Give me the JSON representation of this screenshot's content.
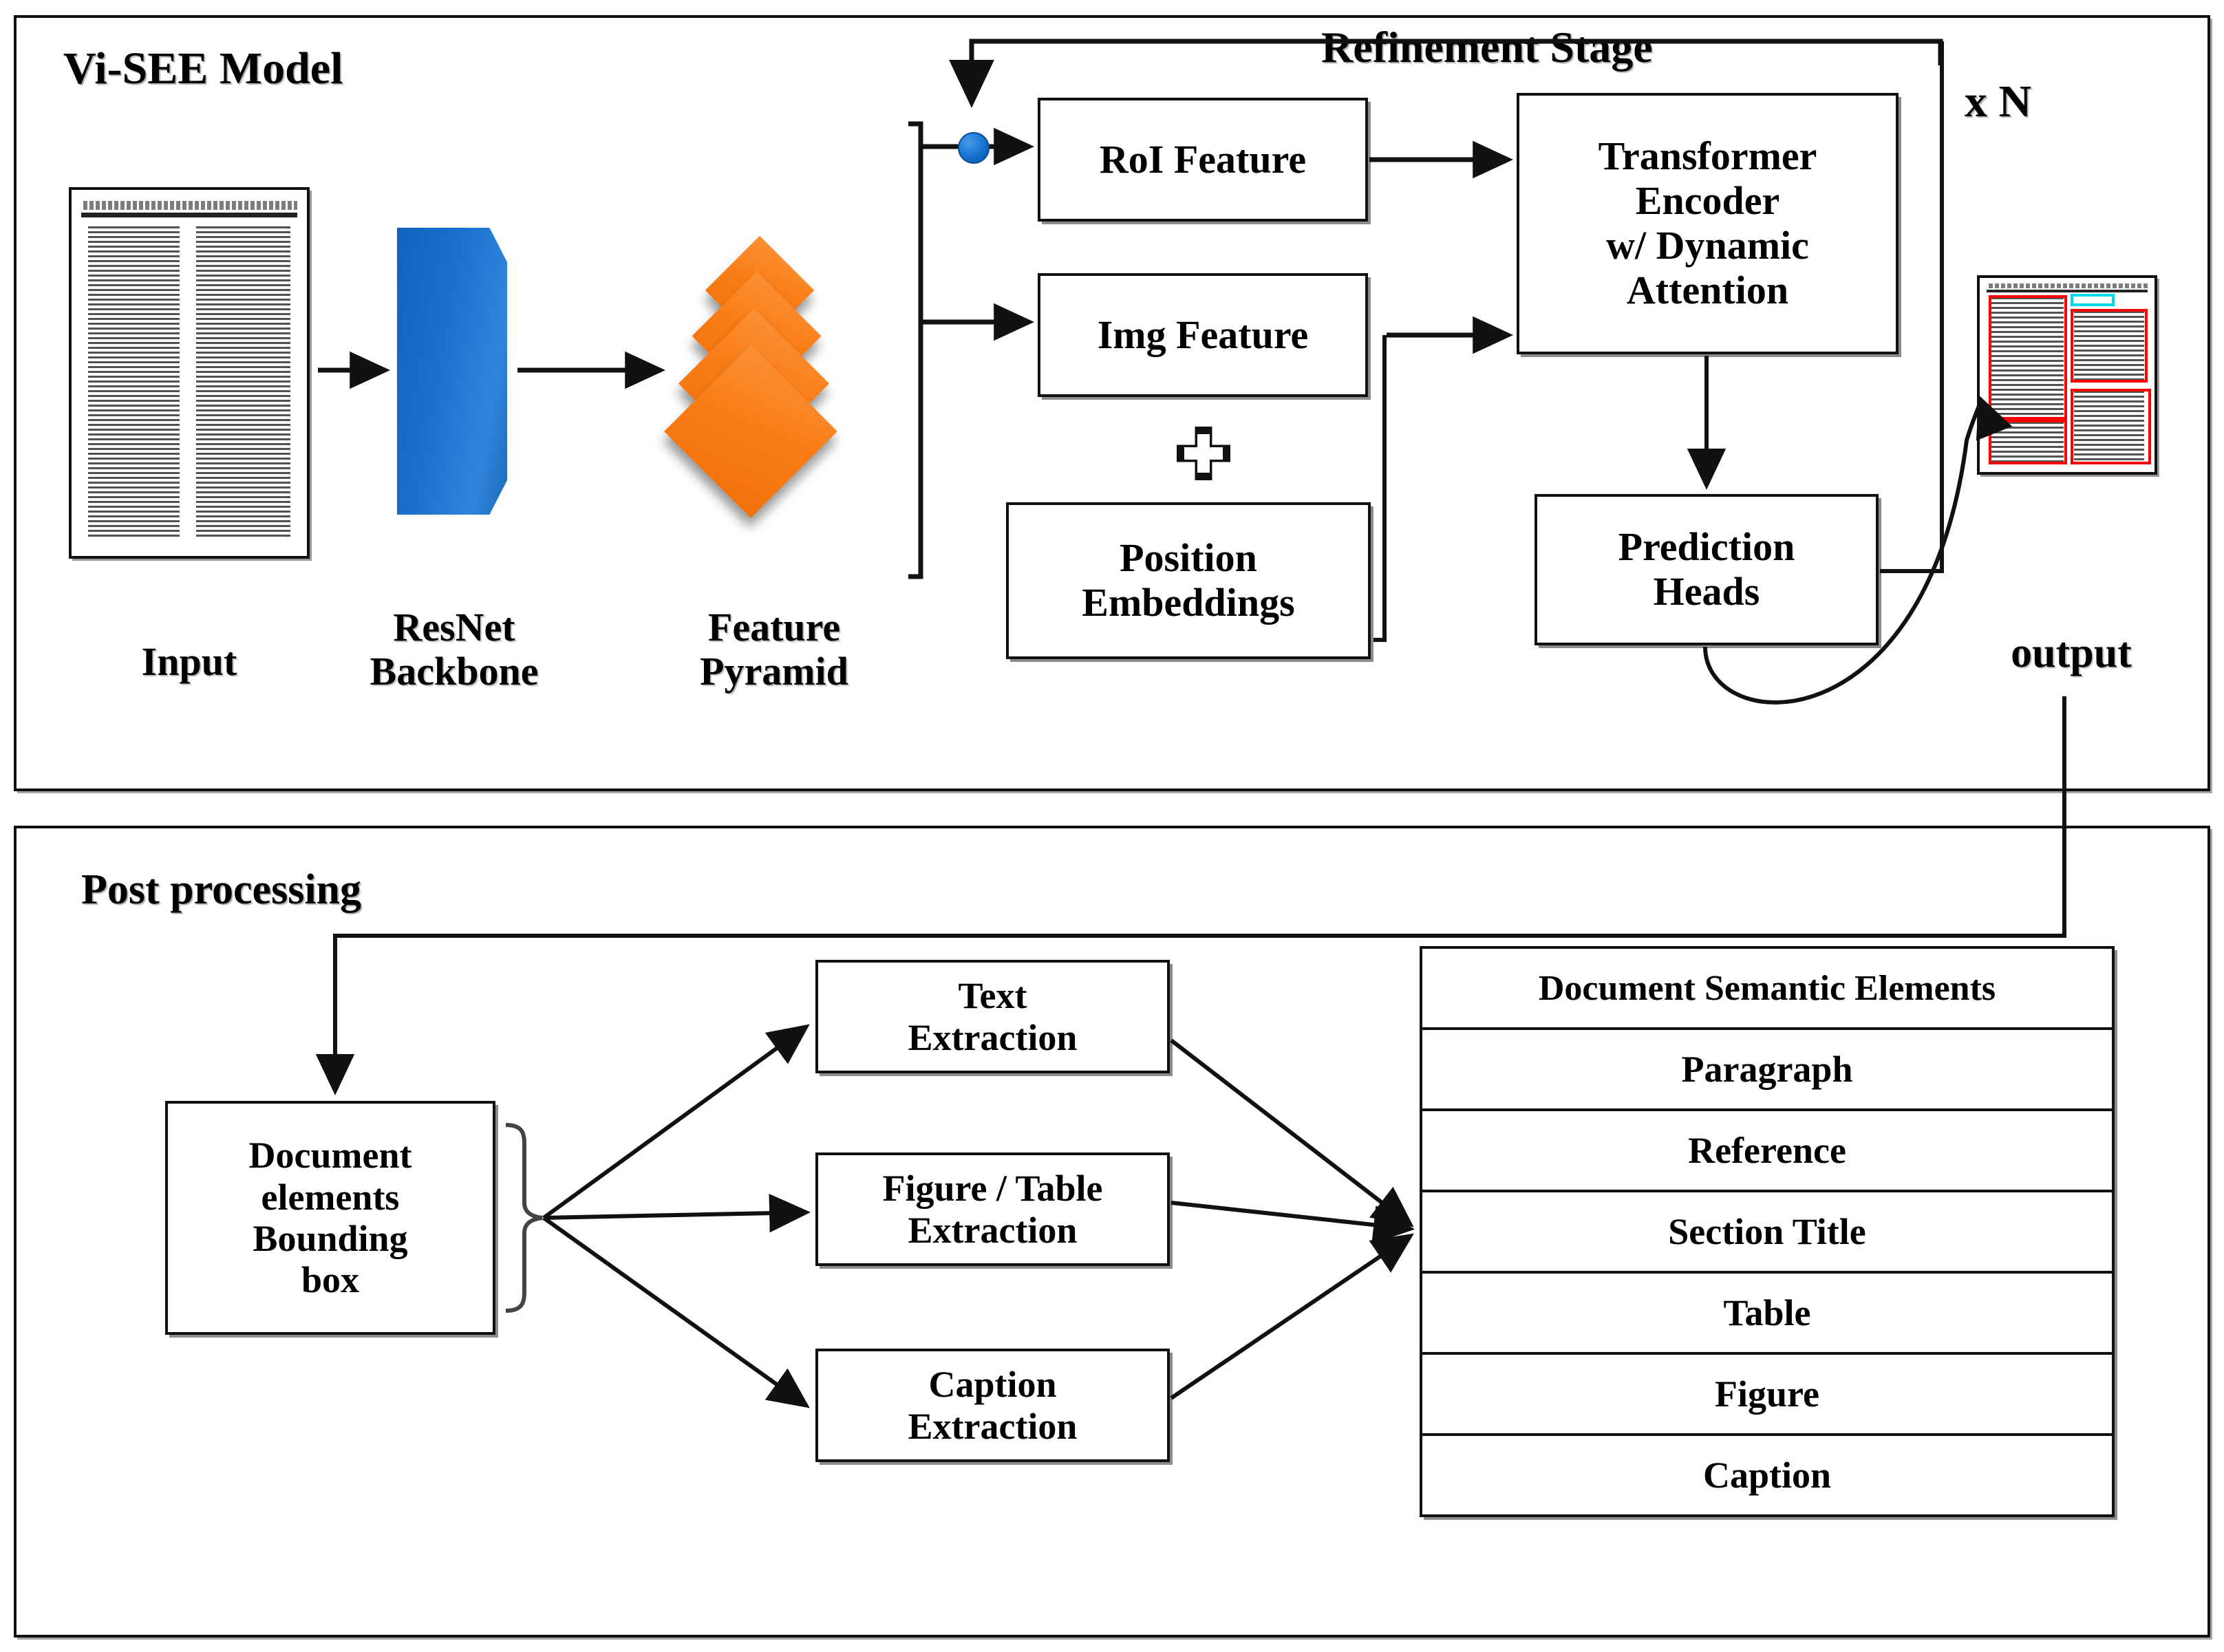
{
  "figure": {
    "type": "architecture-diagram",
    "model_panel": {
      "title": "Vi-SEE Model",
      "stage_label": "Refinement Stage",
      "repeat_label": "x N",
      "stage_boxes": [
        {
          "id": "roi-feature",
          "label": "RoI Feature"
        },
        {
          "id": "img-feature",
          "label": "Img Feature"
        },
        {
          "id": "position-embeddings",
          "label": "Position\nEmbeddings"
        },
        {
          "id": "transformer-encoder",
          "label": "Transformer\nEncoder\nw/ Dynamic\nAttention"
        },
        {
          "id": "prediction-heads",
          "label": "Prediction\nHeads"
        }
      ],
      "pipeline_labels": [
        {
          "id": "input",
          "label": "Input"
        },
        {
          "id": "resnet-backbone",
          "label": "ResNet\nBackbone"
        },
        {
          "id": "feature-pyramid",
          "label": "Feature\nPyramid"
        },
        {
          "id": "output",
          "label": "output"
        }
      ],
      "operator_glyph": "plus",
      "pyramid_levels": 4
    },
    "post_panel": {
      "title": "Post processing",
      "source_box": {
        "id": "document-elements-bbox",
        "label": "Document\nelements\nBounding\nbox"
      },
      "extraction_boxes": [
        {
          "id": "text-extraction",
          "label": "Text\nExtraction"
        },
        {
          "id": "figure-table-extraction",
          "label": "Figure / Table\nExtraction"
        },
        {
          "id": "caption-extraction",
          "label": "Caption\nExtraction"
        }
      ],
      "semantic_table": {
        "header": "Document Semantic Elements",
        "rows": [
          "Paragraph",
          "Reference",
          "Section Title",
          "Table",
          "Figure",
          "Caption"
        ]
      }
    },
    "colors": {
      "backbone_blue": "#1a72cc",
      "pyramid_orange": "#f97d16",
      "junction_dot_blue": "#1572d0",
      "bbox_red": "#ff0000",
      "bbox_cyan": "#00d8ef",
      "stroke_black": "#111111",
      "background": "#ffffff"
    }
  }
}
